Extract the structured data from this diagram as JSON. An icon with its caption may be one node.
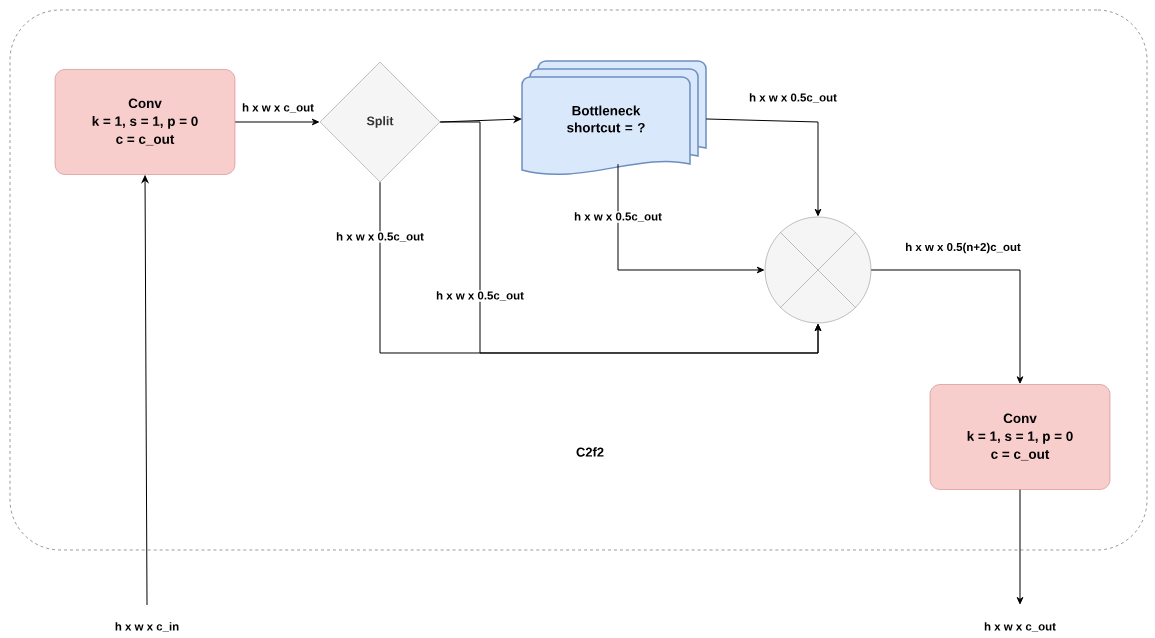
{
  "diagram": {
    "nodes": [
      {
        "text": [
          "C2f2"
        ]
      },
      {
        "text": [
          "Conv",
          "k = 1, s = 1, p = 0",
          "c = c_out"
        ],
        "in": 0
      },
      {
        "text": [
          "Split"
        ],
        "in": 0
      },
      {
        "text": [
          "Bottleneck shortcut = ?"
        ],
        "in": 0
      },
      {
        "text": [],
        "shape": "circle",
        "in": 0
      },
      {
        "text": [
          "Conv",
          "k = 1, s = 1, p = 0",
          "c = c_out"
        ],
        "in": 0
      }
    ],
    "edges": [
      {
        "from": null,
        "to": 1,
        "arrow": "to",
        "label": "h x w x c_in"
      },
      {
        "from": 1,
        "to": 2,
        "arrow": "to",
        "label": "h x w x c_out"
      },
      {
        "from": 2,
        "to": 3,
        "arrow": "to"
      },
      {
        "from": 2,
        "to": 4,
        "arrow": "to",
        "label": "h x w x 0.5c_out"
      },
      {
        "from": 2,
        "to": 4,
        "arrow": "to",
        "label": "h x w x 0.5c_out"
      },
      {
        "from": 3,
        "to": 4,
        "arrow": "to",
        "label": "h x w x 0.5c_out"
      },
      {
        "from": 3,
        "to": 4,
        "arrow": "to",
        "label": "h x w x 0.5c_out"
      },
      {
        "from": 4,
        "to": 5,
        "arrow": "to",
        "label": "h x w x 0.5(n+2)c_out"
      },
      {
        "from": 5,
        "to": null,
        "arrow": "to",
        "label": "h x w x c_out"
      }
    ]
  }
}
